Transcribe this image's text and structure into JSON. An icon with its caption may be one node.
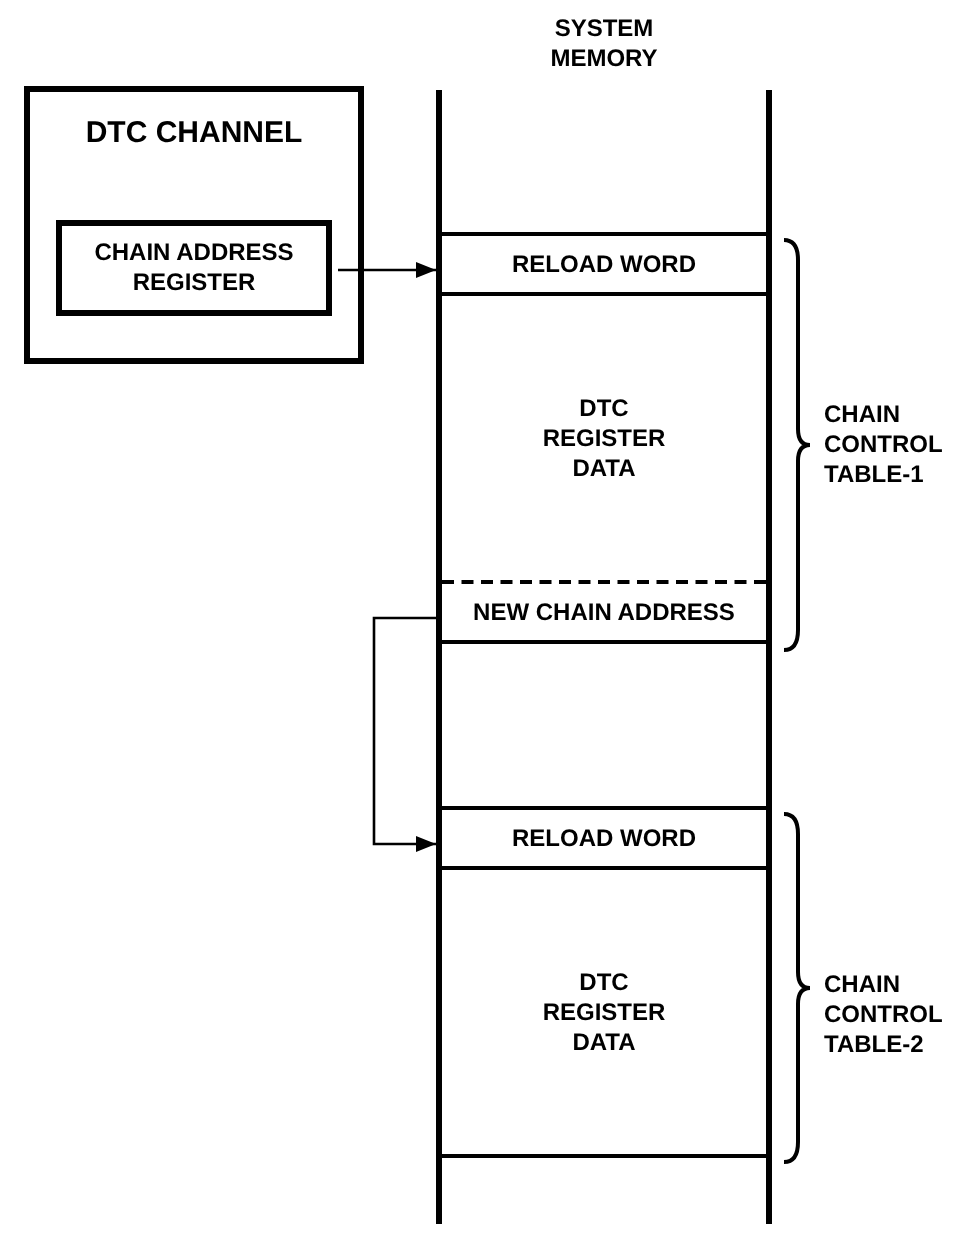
{
  "diagram": {
    "nodes": [
      {
        "text": [
          "DTC CHANNEL"
        ]
      },
      {
        "text": [
          "CHAIN ADDRESS REGISTER"
        ],
        "in": 0
      },
      {
        "text": [
          "SYSTEM MEMORY"
        ]
      },
      {
        "text": [
          "RELOAD WORD"
        ],
        "in": 2
      },
      {
        "text": [
          "DTC REGISTER DATA"
        ],
        "in": 2
      },
      {
        "text": [
          "NEW CHAIN ADDRESS"
        ],
        "in": 2
      },
      {
        "text": [
          "RELOAD WORD"
        ],
        "in": 2
      },
      {
        "text": [
          "DTC REGISTER DATA"
        ],
        "in": 2
      }
    ],
    "edges": [
      {
        "from": 1,
        "to": 3,
        "arrow": "to"
      },
      {
        "from": 5,
        "to": 6,
        "arrow": "to"
      }
    ],
    "labels": [
      "CHAIN CONTROL TABLE-1",
      "CHAIN CONTROL TABLE-2"
    ]
  }
}
